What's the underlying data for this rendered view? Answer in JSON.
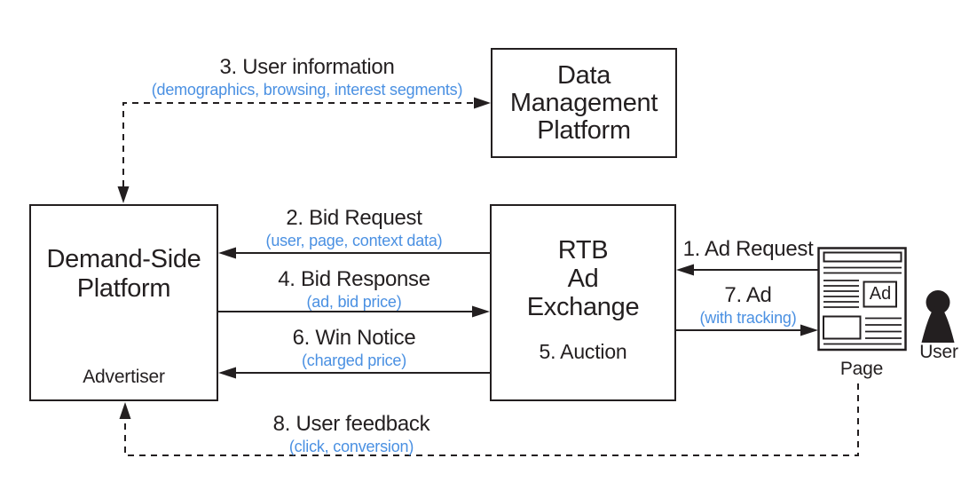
{
  "colors": {
    "ink": "#231f20",
    "accent_blue": "#4a90e2",
    "background": "#ffffff"
  },
  "nodes": {
    "dmp": {
      "lines": [
        "Data",
        "Management",
        "Platform"
      ]
    },
    "dsp": {
      "lines": [
        "Demand-Side",
        "Platform"
      ],
      "actor": "Advertiser"
    },
    "exchange": {
      "lines": [
        "RTB",
        "Ad",
        "Exchange"
      ],
      "auction": "5. Auction"
    },
    "page": {
      "label": "Page",
      "ad_box": "Ad"
    },
    "user": {
      "label": "User"
    }
  },
  "flows": {
    "ad_request": {
      "label": "1. Ad Request"
    },
    "bid_request": {
      "label": "2. Bid Request",
      "sublabel": "(user, page, context data)"
    },
    "user_information": {
      "label": "3. User information",
      "sublabel": "(demographics, browsing, interest segments)"
    },
    "bid_response": {
      "label": "4. Bid Response",
      "sublabel": "(ad, bid price)"
    },
    "win_notice": {
      "label": "6. Win Notice",
      "sublabel": "(charged price)"
    },
    "ad_delivery": {
      "label": "7. Ad",
      "sublabel": "(with tracking)"
    },
    "user_feedback": {
      "label": "8. User feedback",
      "sublabel": "(click, conversion)"
    }
  }
}
